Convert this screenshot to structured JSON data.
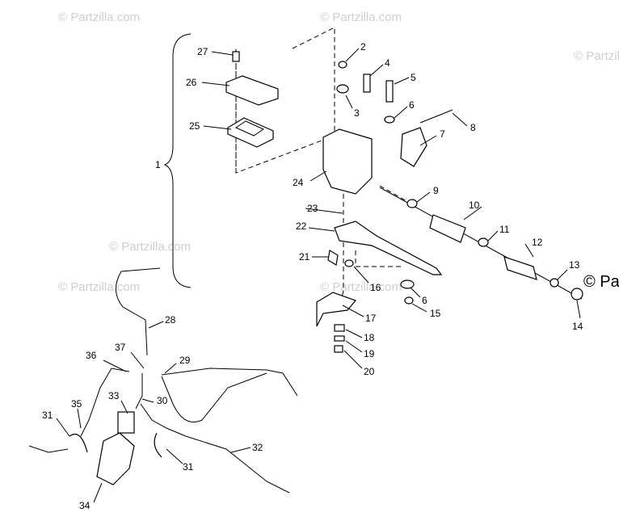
{
  "watermark": {
    "text": "© Partzilla.com",
    "edge_text": "© Pa"
  },
  "assembly": {
    "bracket_label": "1"
  },
  "callouts": [
    {
      "id": "c27",
      "text": "27"
    },
    {
      "id": "c26",
      "text": "26"
    },
    {
      "id": "c25",
      "text": "25"
    },
    {
      "id": "c2",
      "text": "2"
    },
    {
      "id": "c3",
      "text": "3"
    },
    {
      "id": "c4",
      "text": "4"
    },
    {
      "id": "c5",
      "text": "5"
    },
    {
      "id": "c6a",
      "text": "6"
    },
    {
      "id": "c8",
      "text": "8"
    },
    {
      "id": "c7",
      "text": "7"
    },
    {
      "id": "c24",
      "text": "24"
    },
    {
      "id": "c9",
      "text": "9"
    },
    {
      "id": "c10",
      "text": "10"
    },
    {
      "id": "c23",
      "text": "23"
    },
    {
      "id": "c22",
      "text": "22"
    },
    {
      "id": "c11",
      "text": "11"
    },
    {
      "id": "c12",
      "text": "12"
    },
    {
      "id": "c21",
      "text": "21"
    },
    {
      "id": "c16",
      "text": "16"
    },
    {
      "id": "c6b",
      "text": "6"
    },
    {
      "id": "c13",
      "text": "13"
    },
    {
      "id": "c17",
      "text": "17"
    },
    {
      "id": "c15",
      "text": "15"
    },
    {
      "id": "c14",
      "text": "14"
    },
    {
      "id": "c18",
      "text": "18"
    },
    {
      "id": "c19",
      "text": "19"
    },
    {
      "id": "c20",
      "text": "20"
    },
    {
      "id": "c28",
      "text": "28"
    },
    {
      "id": "c37",
      "text": "37"
    },
    {
      "id": "c36",
      "text": "36"
    },
    {
      "id": "c29",
      "text": "29"
    },
    {
      "id": "c33",
      "text": "33"
    },
    {
      "id": "c30",
      "text": "30"
    },
    {
      "id": "c31a",
      "text": "31"
    },
    {
      "id": "c35",
      "text": "35"
    },
    {
      "id": "c32",
      "text": "32"
    },
    {
      "id": "c31b",
      "text": "31"
    },
    {
      "id": "c34",
      "text": "34"
    }
  ]
}
